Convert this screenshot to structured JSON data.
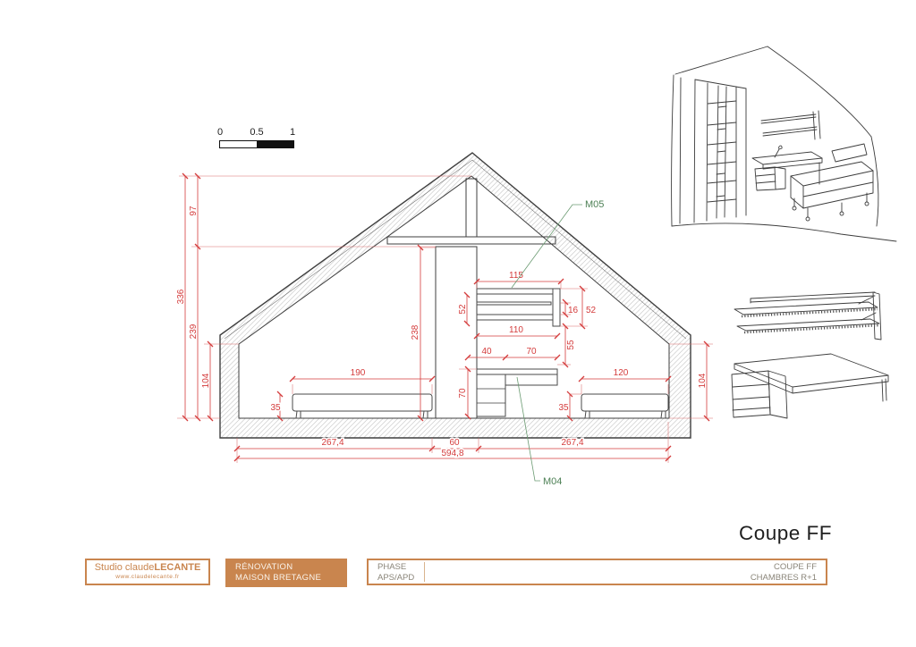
{
  "scale_bar": {
    "tick0": "0",
    "tick05": "0.5",
    "tick1": "1"
  },
  "drawing_title": "Coupe FF",
  "annotations": {
    "m05": "M05",
    "m04": "M04"
  },
  "dimensions": {
    "apex_to_tie": "97",
    "total_height": "336",
    "tie_to_floor": "239",
    "left_wall_height": "104",
    "right_wall_height": "104",
    "center_wall_height": "238",
    "bed_left_width": "190",
    "bed_left_height": "35",
    "bed_right_width": "120",
    "bed_right_height": "35",
    "shelf_width_top": "115",
    "shelf_height_left": "52",
    "shelf_gap": "16",
    "shelf_height_right": "52",
    "shelf_width_bottom": "110",
    "shelf_to_desk": "55",
    "desk_drawer_width": "40",
    "desk_top_width": "70",
    "desk_height": "70",
    "room_left_width": "267,4",
    "wall_thickness": "60",
    "room_right_width": "267,4",
    "total_width": "594,8"
  },
  "title_block": {
    "studio_name_regular": "Studio claude",
    "studio_name_bold": "LECANTE",
    "studio_url": "www.claudelecante.fr",
    "project_line1": "RÉNOVATION",
    "project_line2": "MAISON BRETAGNE",
    "phase_label": "PHASE",
    "phase_value": "APS/APD",
    "sheet_line1": "COUPE FF",
    "sheet_line2": "CHAMBRES R+1"
  },
  "colors": {
    "accent_orange": "#c9854e",
    "dimension_red": "#d43c3c",
    "annotation_green": "#4d8055",
    "line_dark": "#3f3f3f"
  }
}
